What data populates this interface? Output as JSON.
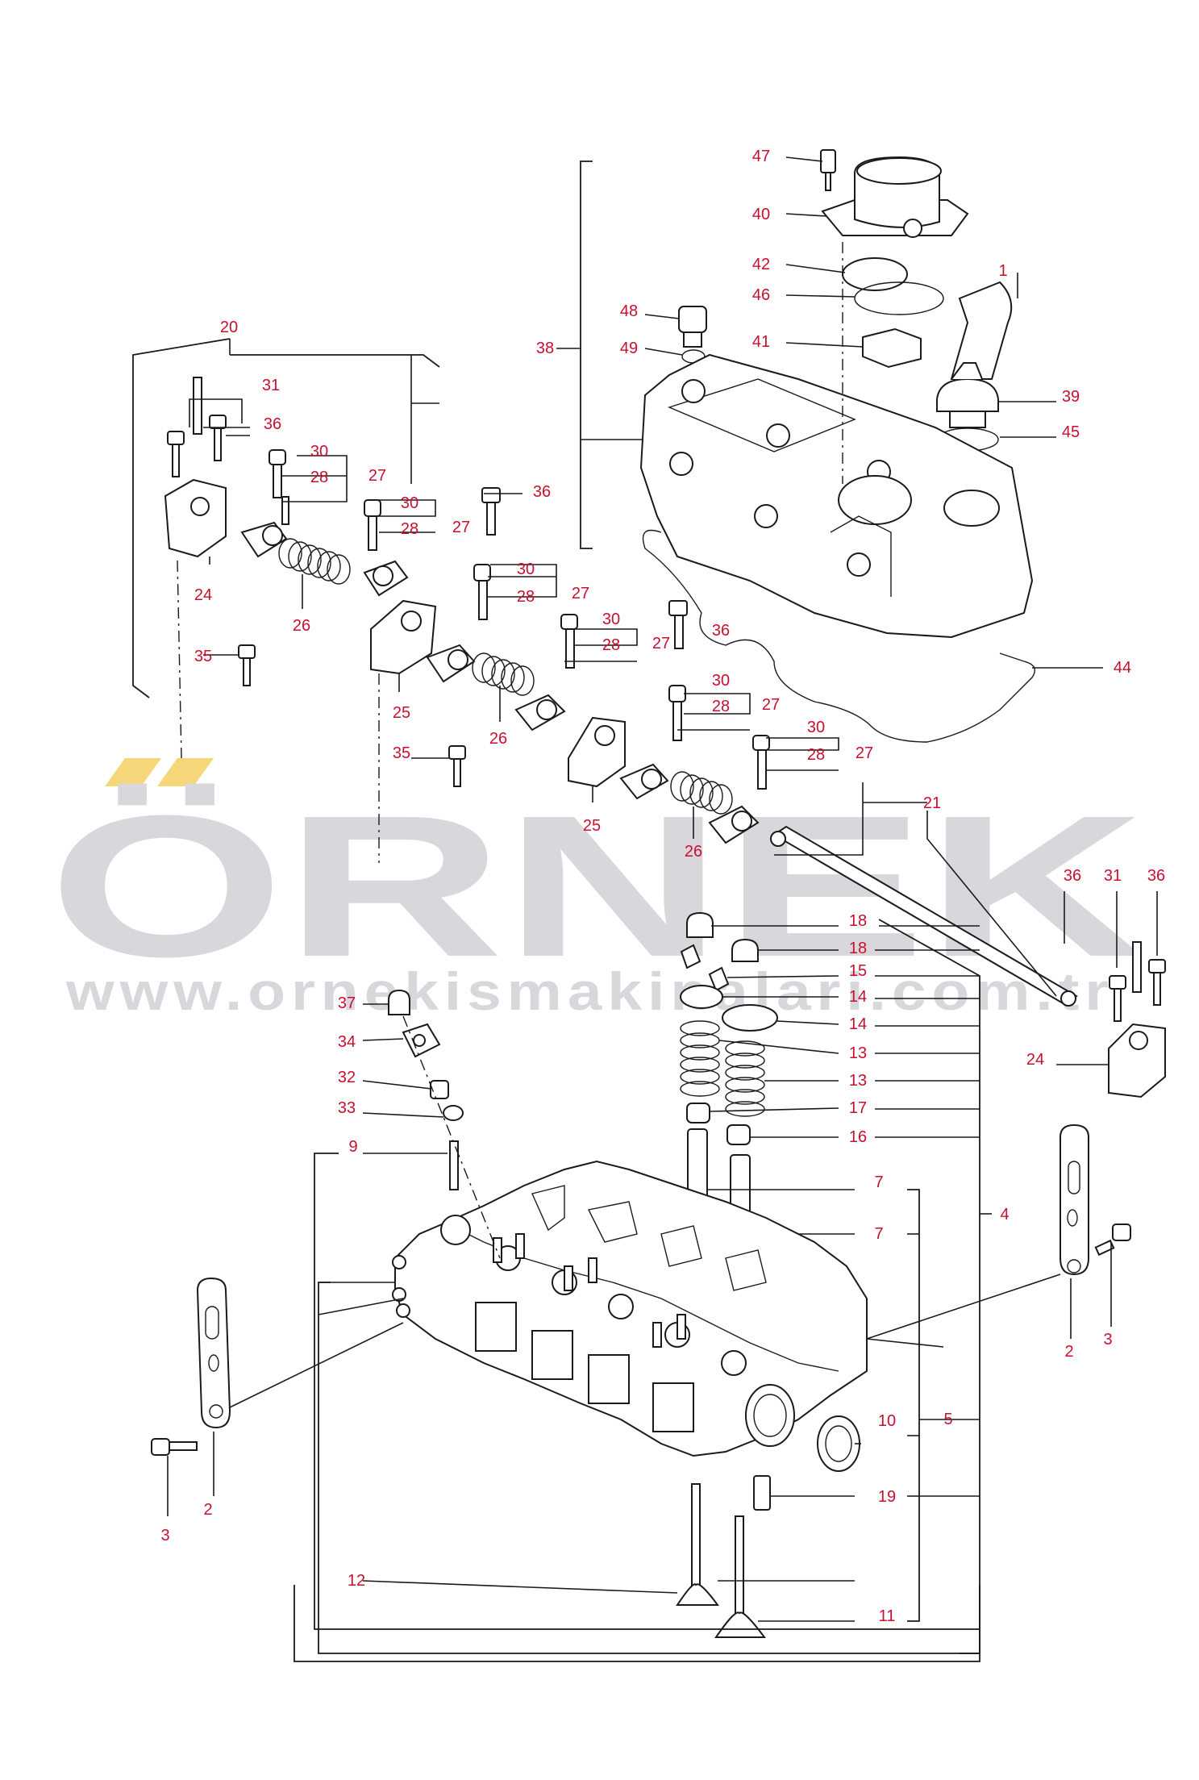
{
  "watermark": {
    "brand": "ÖRNEK",
    "url": "www.ornekismakinalari.com.tr",
    "accent_color": "#f5d77a",
    "text_color": "#d9d6dc"
  },
  "diagram": {
    "label_color": "#c8102e",
    "line_color": "#1a1a1a",
    "part_numbers": {
      "n1": "1",
      "n2a": "2",
      "n2b": "2",
      "n3a": "3",
      "n3b": "3",
      "n4": "4",
      "n5": "5",
      "n7a": "7",
      "n7b": "7",
      "n9": "9",
      "n10": "10",
      "n11": "11",
      "n12": "12",
      "n13a": "13",
      "n13b": "13",
      "n14a": "14",
      "n14b": "14",
      "n15": "15",
      "n16": "16",
      "n17": "17",
      "n18a": "18",
      "n18b": "18",
      "n19": "19",
      "n20": "20",
      "n21": "21",
      "n24a": "24",
      "n24b": "24",
      "n25a": "25",
      "n25b": "25",
      "n26a": "26",
      "n26b": "26",
      "n26c": "26",
      "n27a": "27",
      "n27b": "27",
      "n27c": "27",
      "n27d": "27",
      "n27e": "27",
      "n27f": "27",
      "n28a": "28",
      "n28b": "28",
      "n28c": "28",
      "n28d": "28",
      "n28e": "28",
      "n28f": "28",
      "n30a": "30",
      "n30b": "30",
      "n30c": "30",
      "n30d": "30",
      "n30e": "30",
      "n30f": "30",
      "n31a": "31",
      "n31b": "31",
      "n32": "32",
      "n33": "33",
      "n34": "34",
      "n35a": "35",
      "n35b": "35",
      "n36a": "36",
      "n36b": "36",
      "n36c": "36",
      "n36d": "36",
      "n36e": "36",
      "n37": "37",
      "n38": "38",
      "n39": "39",
      "n40": "40",
      "n41": "41",
      "n42": "42",
      "n44": "44",
      "n45": "45",
      "n46": "46",
      "n47": "47",
      "n48": "48",
      "n49": "49"
    }
  }
}
